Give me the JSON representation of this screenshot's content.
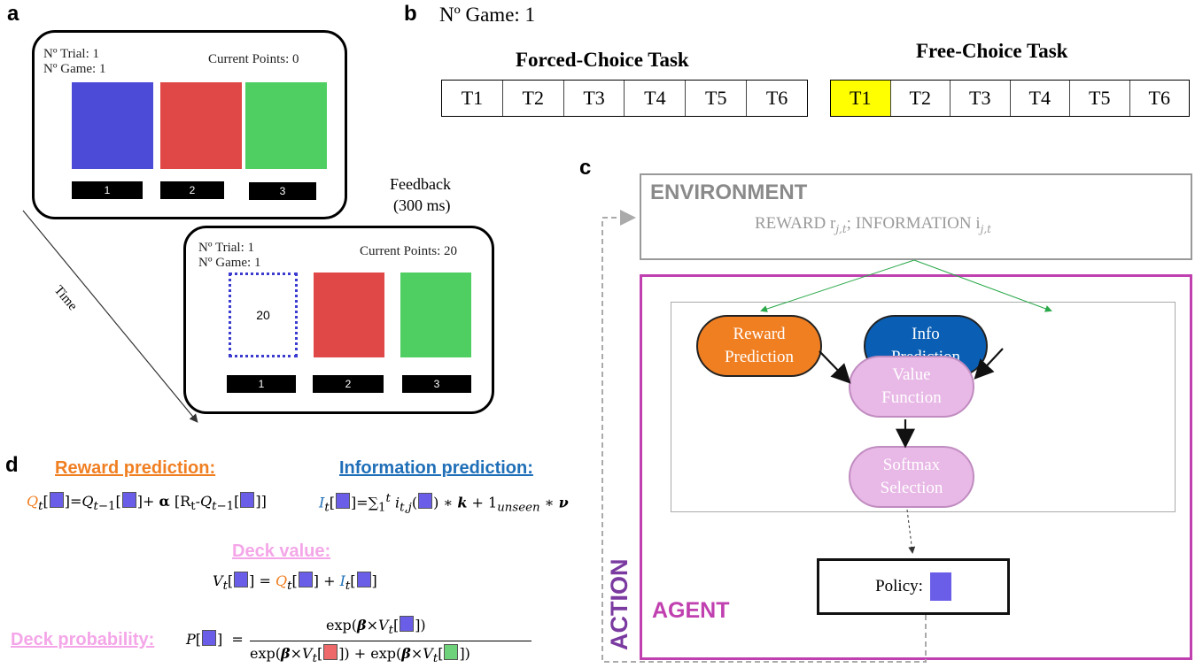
{
  "panels": {
    "a": "a",
    "b": "b",
    "c": "c",
    "d": "d"
  },
  "panel_a": {
    "screen1": {
      "trial": "Nº Trial: 1",
      "game": "Nº Game: 1",
      "points": "Current Points: 0",
      "decks": [
        "1",
        "2",
        "3"
      ]
    },
    "feedback": "Feedback",
    "feedback_time": "(300 ms)",
    "screen2": {
      "trial": "Nº Trial: 1",
      "game": "Nº Game: 1",
      "points": "Current Points: 20",
      "revealed_value": "20",
      "decks": [
        "1",
        "2",
        "3"
      ]
    },
    "time_label": "Time",
    "colors": {
      "blue": "#4b4bd8",
      "red": "#e04848",
      "green": "#4fcf62"
    }
  },
  "panel_b": {
    "game_label": "Nº Game: 1",
    "forced": {
      "title": "Forced-Choice Task",
      "trials": [
        "T1",
        "T2",
        "T3",
        "T4",
        "T5",
        "T6"
      ]
    },
    "free": {
      "title": "Free-Choice Task",
      "trials": [
        "T1",
        "T2",
        "T3",
        "T4",
        "T5",
        "T6"
      ],
      "highlight_index": 0,
      "highlight_color": "#ffff00"
    }
  },
  "panel_c": {
    "environment": "ENVIRONMENT",
    "reward_info": "REWARD r",
    "reward_sub": "j,t",
    "info_text": "; INFORMATION i",
    "info_sub": "j,t",
    "reward_prediction": [
      "Reward",
      "Prediction"
    ],
    "info_prediction": [
      "Info",
      "Prediction"
    ],
    "value_function": [
      "Value",
      "Function"
    ],
    "softmax": [
      "Softmax",
      "Selection"
    ],
    "policy": "Policy:",
    "agent": "AGENT",
    "action": "ACTION",
    "colors": {
      "orange": "#f07f22",
      "blue": "#0a5fb4",
      "pink": "#e8b8e6",
      "magenta": "#c040b0",
      "purple": "#7a3aa0"
    }
  },
  "panel_d": {
    "reward_title": "Reward prediction:",
    "info_title": "Information prediction:",
    "deck_value_title": "Deck value:",
    "deck_prob_title": "Deck probability:",
    "colors": {
      "reward": "#f07f22",
      "info": "#1f6fb8",
      "pink": "#f4a6e8",
      "square_blue": "#6a5ee8",
      "square_red": "#ee6a6a",
      "square_green": "#6ed27a"
    }
  }
}
